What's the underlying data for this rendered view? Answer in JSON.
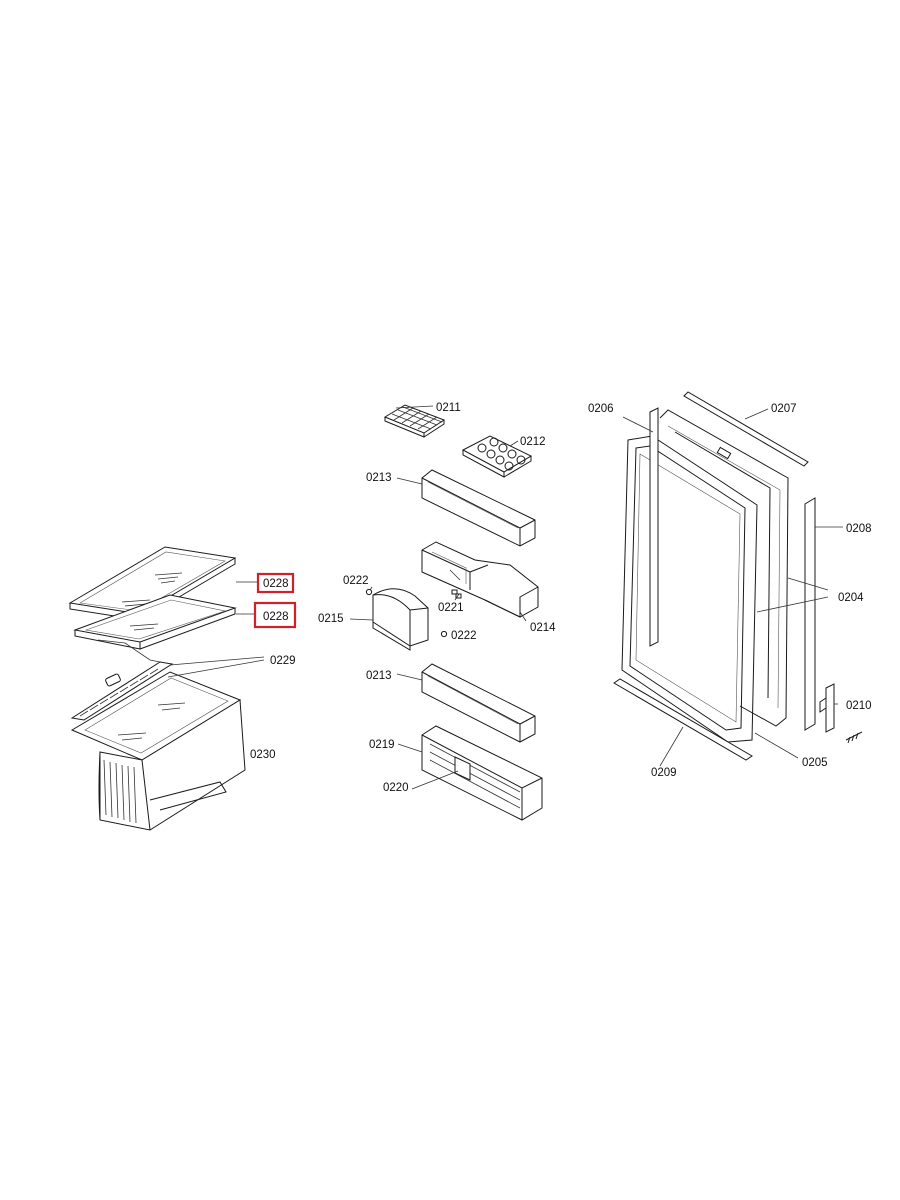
{
  "highlight_color": "#d0202a",
  "labels": {
    "p0204": "0204",
    "p0205": "0205",
    "p0206": "0206",
    "p0207": "0207",
    "p0208": "0208",
    "p0209": "0209",
    "p0210": "0210",
    "p0211": "0211",
    "p0212": "0212",
    "p0213a": "0213",
    "p0213b": "0213",
    "p0214": "0214",
    "p0215": "0215",
    "p0219": "0219",
    "p0220": "0220",
    "p0221": "0221",
    "p0222a": "0222",
    "p0222b": "0222",
    "p0228a": "0228",
    "p0228b": "0228",
    "p0229": "0229",
    "p0230": "0230"
  }
}
